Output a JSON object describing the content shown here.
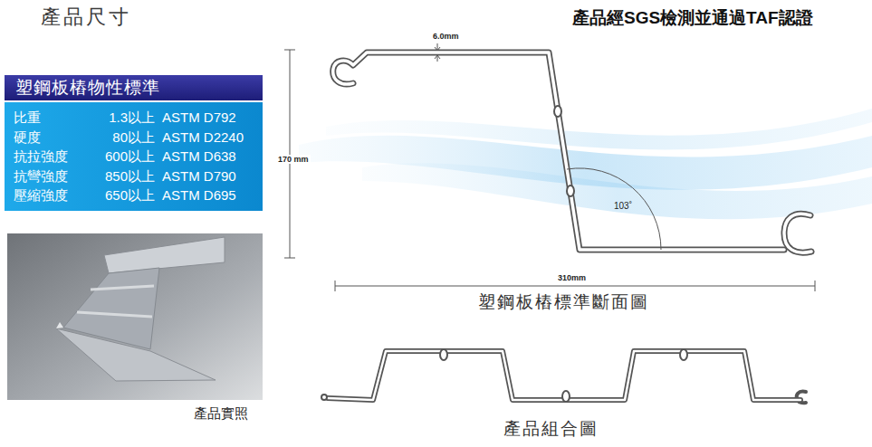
{
  "diagram": {
    "title": "產品尺寸",
    "nodes": [
      {
        "text": [
          "塑鋼板樁物性標準"
        ]
      },
      {
        "text": [
          "比重",
          "1.3以上",
          "ASTM D792",
          "硬度",
          "80以上",
          "ASTM D2240",
          "抗拉強度",
          "600以上",
          "ASTM D638",
          "抗彎強度",
          "850以上",
          "ASTM D790",
          "壓縮強度",
          "650以上",
          "ASTM D695"
        ]
      }
    ],
    "labels": [
      "產品經SGS檢測並通過TAF認證",
      "6.0mm",
      "170 mm",
      "103˚",
      "310mm",
      "塑鋼板樁標準斷面圖",
      "產品實照",
      "產品組合圖"
    ]
  }
}
